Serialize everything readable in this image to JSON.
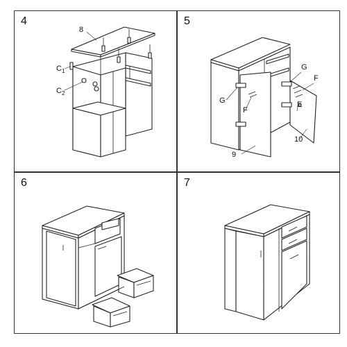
{
  "steps": [
    {
      "number": "4",
      "labels": {
        "top_panel": "8",
        "c1": "C",
        "c1_sub": "1",
        "c2": "C",
        "c2_sub": "2"
      }
    },
    {
      "number": "5",
      "labels": {
        "g_left": "G",
        "g_right": "G",
        "f_left": "F",
        "f_right": "F",
        "e": "E",
        "door_left": "9",
        "door_right": "10"
      }
    },
    {
      "number": "6",
      "labels": {}
    },
    {
      "number": "7",
      "labels": {}
    }
  ],
  "icons": {
    "cabinet_frame": "cabinet-frame-icon",
    "screw": "screw-icon",
    "drawer_runner": "drawer-runner-icon",
    "hinge": "hinge-icon",
    "drawer": "drawer-icon",
    "door": "door-icon"
  }
}
